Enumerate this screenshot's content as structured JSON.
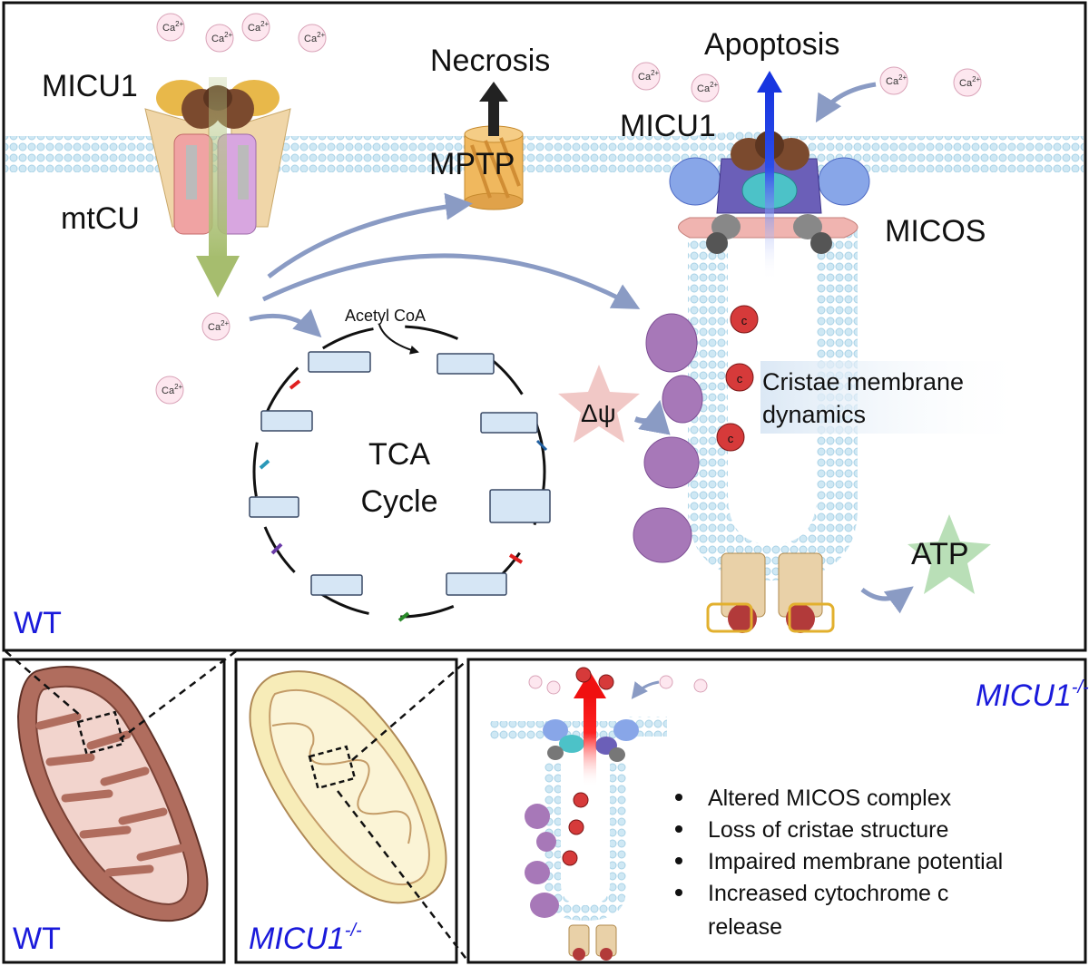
{
  "main_panel": {
    "genotype_label": "WT",
    "labels": {
      "micu1_left": "MICU1",
      "mtcu": "mtCU",
      "necrosis": "Necrosis",
      "mptp": "MPTP",
      "apoptosis": "Apoptosis",
      "micu1_right": "MICU1",
      "micos": "MICOS",
      "acetyl_coa": "Acetyl CoA",
      "tca_line1": "TCA",
      "tca_line2": "Cycle",
      "delta_psi": "Δψ",
      "cristae_line1": "Cristae membrane",
      "cristae_line2": "dynamics",
      "atp": "ATP",
      "cyt_c": "c"
    },
    "calcium": {
      "base": "Ca",
      "charge": "2+"
    }
  },
  "bottom_left_panel": {
    "label": "WT"
  },
  "bottom_middle_panel": {
    "label_base": "MICU1",
    "label_sup": "-/-"
  },
  "bottom_right_panel": {
    "title_base": "MICU1",
    "title_sup": "-/-",
    "bullets": [
      "Altered MICOS complex",
      "Loss of cristae structure",
      "Impaired membrane potential",
      "Increased cytochrome c",
      "release"
    ]
  },
  "colors": {
    "membrane": "#bfe0f0",
    "mito_outer": "#b06d5e",
    "mito_inner": "#f2d4cd",
    "mito2_outer": "#f7ecb8",
    "arrow_blue": "#1f3fe0",
    "arrow_red": "#f01c1c",
    "arrow_gray_blue": "#8a9bc4",
    "cyt_c": "#d63a3a",
    "atp_star": "#b9dfb7",
    "psi_star": "#f1c8c6",
    "label_blue": "#1a1adb"
  }
}
